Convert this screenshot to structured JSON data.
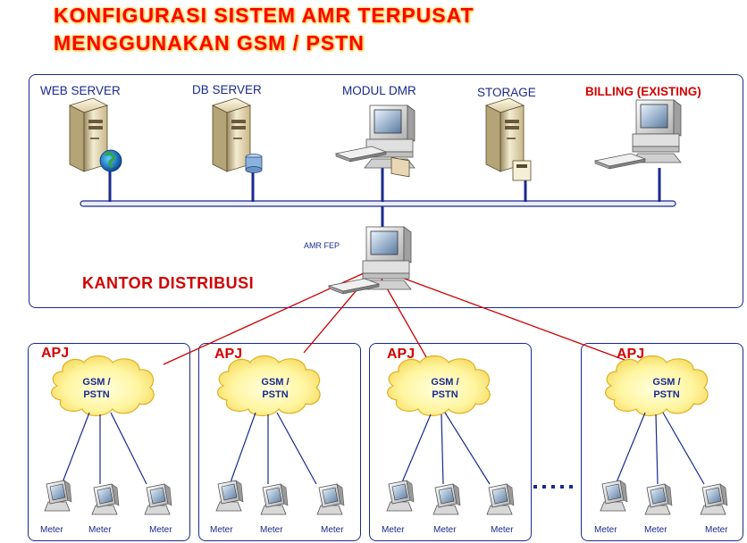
{
  "title": {
    "line1": "KONFIGURASI SISTEM AMR TERPUSAT",
    "line2": "MENGGUNAKAN GSM / PSTN"
  },
  "office": {
    "servers": [
      {
        "label": "WEB SERVER",
        "icon": "web-server-icon"
      },
      {
        "label": "DB SERVER",
        "icon": "database-server-icon"
      },
      {
        "label": "MODUL DMR",
        "icon": "workstation-icon"
      },
      {
        "label": "STORAGE",
        "icon": "storage-server-icon"
      },
      {
        "label": "BILLING (EXISTING)",
        "icon": "workstation-icon"
      }
    ],
    "fep_label": "AMR FEP",
    "office_label": "KANTOR DISTRIBUSI"
  },
  "apj_units": [
    {
      "title": "APJ",
      "cloud_line1": "GSM /",
      "cloud_line2": "PSTN",
      "meters": [
        "Meter",
        "Meter",
        "Meter"
      ]
    },
    {
      "title": "APJ",
      "cloud_line1": "GSM /",
      "cloud_line2": "PSTN",
      "meters": [
        "Meter",
        "Meter",
        "Meter"
      ]
    },
    {
      "title": "APJ",
      "cloud_line1": "GSM /",
      "cloud_line2": "PSTN",
      "meters": [
        "Meter",
        "Meter",
        "Meter"
      ]
    },
    {
      "title": "APJ",
      "cloud_line1": "GSM /",
      "cloud_line2": "PSTN",
      "meters": [
        "Meter",
        "Meter",
        "Meter"
      ]
    }
  ],
  "colors": {
    "title": "#ff0000",
    "label_blue": "#1a2a8c",
    "link_red": "#cc0000",
    "cloud_yellow": "#ffee80"
  }
}
